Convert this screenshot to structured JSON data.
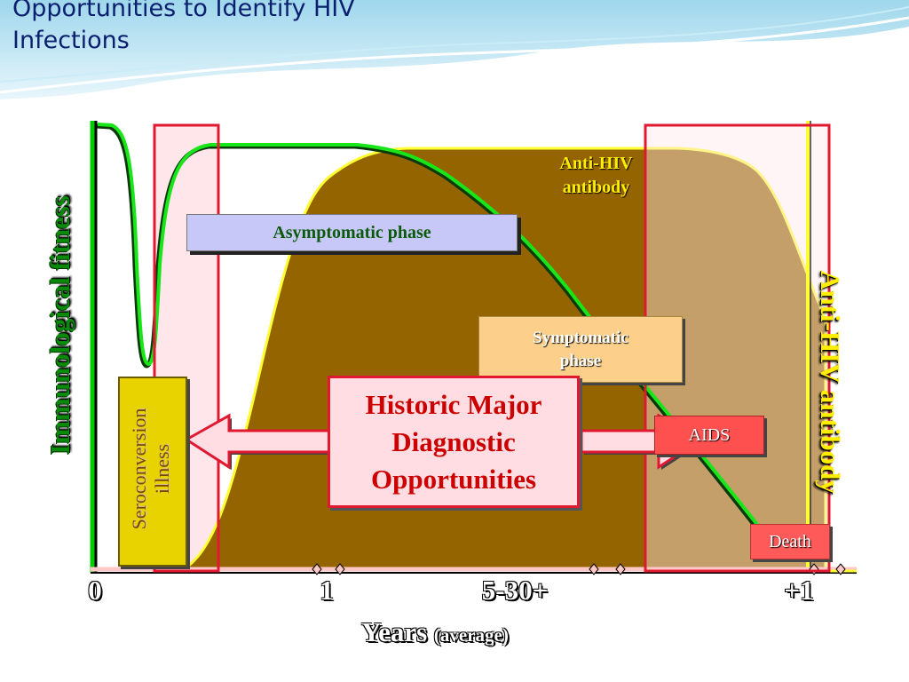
{
  "slide": {
    "title": "Opportunities to Identify HIV\nInfections"
  },
  "diagram": {
    "y_axis_label": "Immunological fitness",
    "right_axis_label": "Anti-HIV antibody",
    "anti_hiv_label": "Anti-HIV\nantibody",
    "x_axis_title": "Years",
    "x_axis_subtitle": "(average)",
    "x_ticks": [
      "0",
      "1",
      "5-30+",
      "+1"
    ],
    "phases": {
      "seroconversion": "Seroconversion\nillness",
      "asymptomatic": "Asymptomatic phase",
      "symptomatic": "Symptomatic\nphase",
      "aids": "AIDS",
      "death": "Death"
    },
    "callout": "Historic Major\nDiagnostic\nOpportunities",
    "colors": {
      "antibody_area": "#946400",
      "antibody_outline": "#ffff33",
      "fitness_curve": "#19e619",
      "highlight_border": "#e01830",
      "highlight_fill": "#ffe6ea",
      "axis_green": "#00cc00"
    }
  }
}
